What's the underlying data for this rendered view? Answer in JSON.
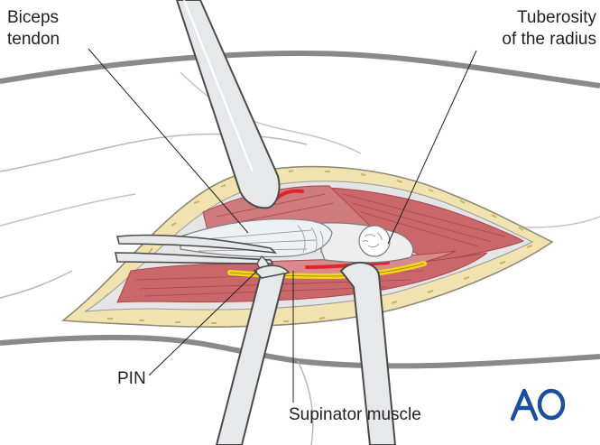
{
  "labels": {
    "biceps_tendon_line1": "Biceps",
    "biceps_tendon_line2": "tendon",
    "tuberosity_line1": "Tuberosity",
    "tuberosity_line2": "of the radius",
    "pin": "PIN",
    "supinator": "Supinator muscle"
  },
  "logo": {
    "text": "AO",
    "color": "#1a4f9c"
  },
  "colors": {
    "muscle": "#c9676b",
    "muscle_dark": "#a8474c",
    "fat": "#f1e3b0",
    "nerve": "#f2d51c",
    "artery": "#e0242e",
    "tendon": "#eef1f4",
    "instrument": "#e7e8ea",
    "outline": "#4a4a4a"
  }
}
